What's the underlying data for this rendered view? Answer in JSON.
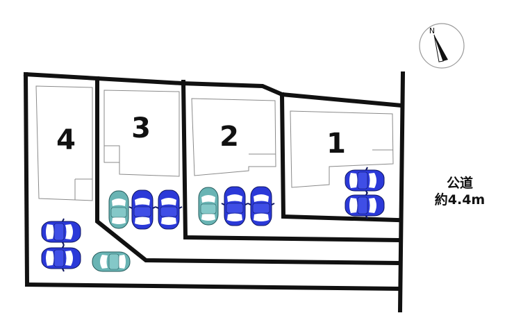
{
  "lots": [
    {
      "id": "lot-1",
      "number": "1"
    },
    {
      "id": "lot-2",
      "number": "2"
    },
    {
      "id": "lot-3",
      "number": "3"
    },
    {
      "id": "lot-4",
      "number": "4"
    }
  ],
  "compass": {
    "letter": "N",
    "icon": "north-arrow-icon"
  },
  "road": {
    "name": "公道",
    "width": "約4.4m"
  },
  "colors": {
    "boundary": "#111111",
    "building_outline": "#8a8a8a",
    "car_blue": "#2b39d8",
    "car_teal": "#69b4b4"
  }
}
